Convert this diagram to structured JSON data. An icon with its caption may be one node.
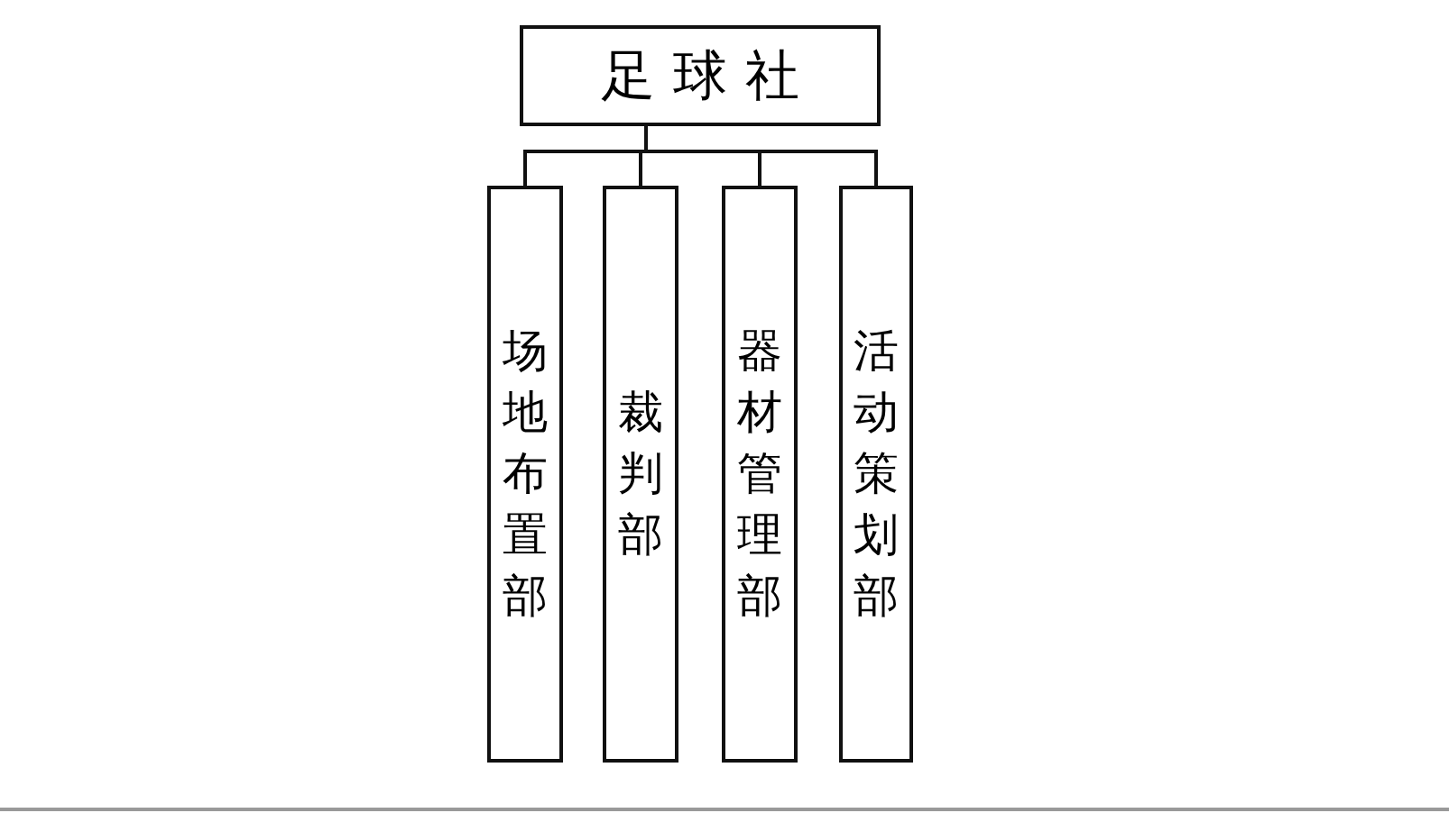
{
  "diagram": {
    "nodes": [
      {
        "text": [
          "足球社"
        ]
      },
      {
        "text": [
          "场地布置部"
        ]
      },
      {
        "text": [
          "裁判部"
        ]
      },
      {
        "text": [
          "器材管理部"
        ]
      },
      {
        "text": [
          "活动策划部"
        ]
      }
    ],
    "edges": [
      {
        "from": 0,
        "to": 1,
        "arrow": "none"
      },
      {
        "from": 0,
        "to": 2,
        "arrow": "none"
      },
      {
        "from": 0,
        "to": 3,
        "arrow": "none"
      },
      {
        "from": 0,
        "to": 4,
        "arrow": "none"
      }
    ]
  }
}
